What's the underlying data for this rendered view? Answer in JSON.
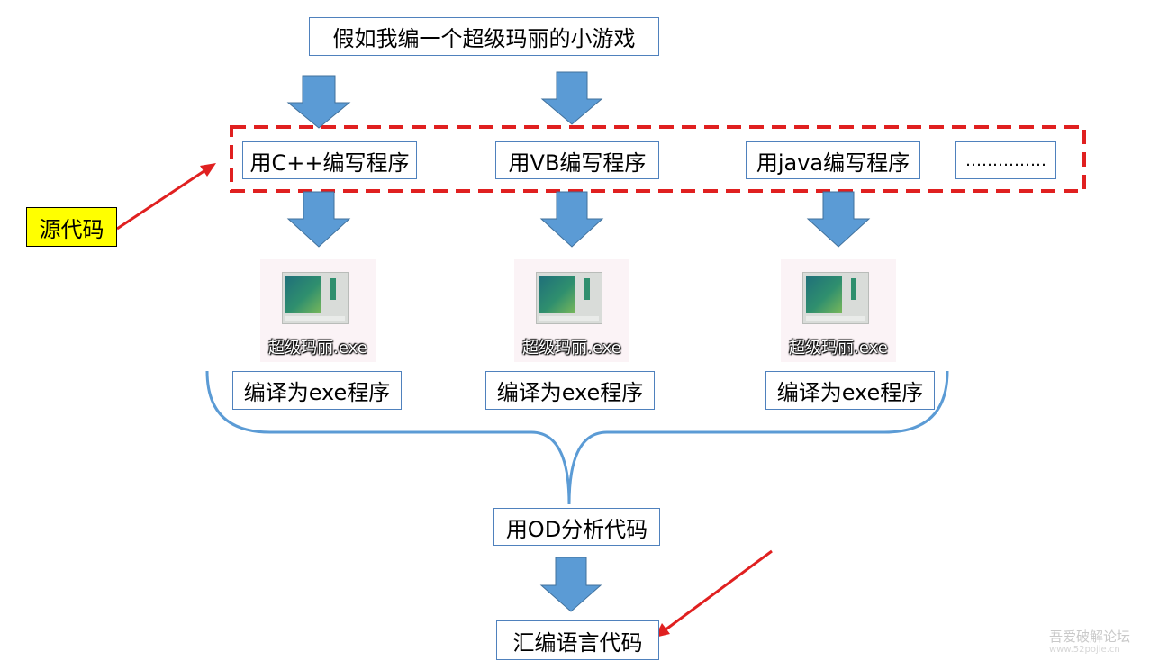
{
  "top_box": "假如我编一个超级玛丽的小游戏",
  "source_boxes": [
    "用C++编写程序",
    "用VB编写程序",
    "用java编写程序",
    "……………"
  ],
  "source_label": "源代码",
  "exe_files": [
    {
      "name": "超级玛丽.exe"
    },
    {
      "name": "超级玛丽.exe"
    },
    {
      "name": "超级玛丽.exe"
    }
  ],
  "compile_boxes": [
    "编译为exe程序",
    "编译为exe程序",
    "编译为exe程序"
  ],
  "od_box": "用OD分析代码",
  "asm_box": "汇编语言代码",
  "watermark": "吾爱破解论坛",
  "watermark_url": "www.52pojie.cn",
  "colors": {
    "box_border": "#4f81bd",
    "arrow_fill": "#5b9bd5",
    "red": "#e02020",
    "label_bg": "#ffff00"
  }
}
